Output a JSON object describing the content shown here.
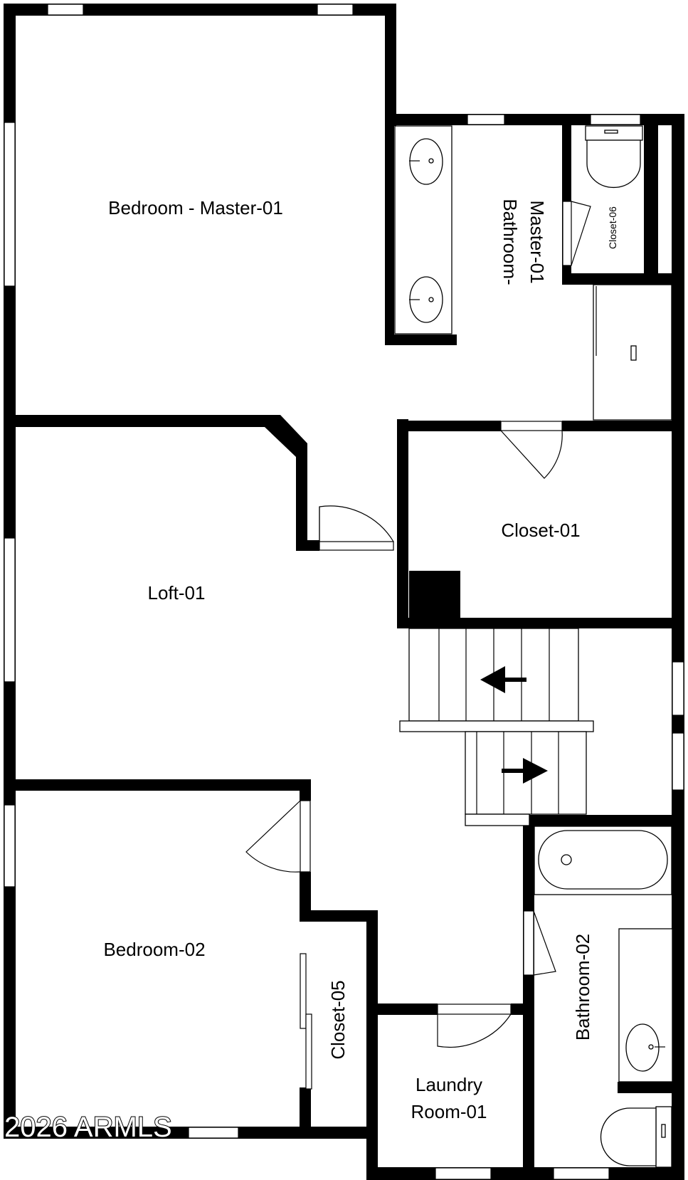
{
  "rooms": {
    "bedroom_master": "Bedroom - Master-01",
    "bathroom_master_line1": "Bathroom-",
    "bathroom_master_line2": "Master-01",
    "closet_06": "Closet-06",
    "closet_01": "Closet-01",
    "loft": "Loft-01",
    "bedroom_02": "Bedroom-02",
    "closet_05": "Closet-05",
    "laundry_line1": "Laundry",
    "laundry_line2": "Room-01",
    "bathroom_02": "Bathroom-02"
  },
  "watermark": "2026 ARMLS",
  "colors": {
    "wall": "#000000",
    "background": "#ffffff"
  }
}
